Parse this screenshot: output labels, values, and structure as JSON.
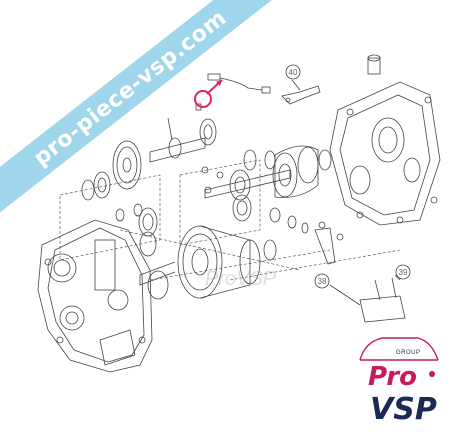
{
  "banner": {
    "text": "pro-piece-vsp.com",
    "color": "#9fd6ec"
  },
  "callouts": {
    "c40": "40",
    "c39": "39",
    "c38": "38"
  },
  "watermark": {
    "text": "ProVSP"
  },
  "logo": {
    "group": "GROUP",
    "pro": "Pro",
    "vsp": "VSP",
    "pink": "#c9195f",
    "navy": "#1b2a55"
  },
  "colors": {
    "line": "#444444",
    "highlight": "#e0245e"
  }
}
